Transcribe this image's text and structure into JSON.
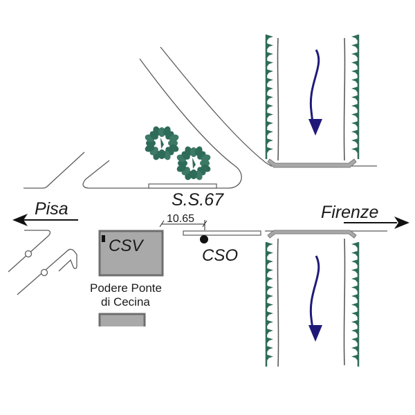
{
  "diagram": {
    "labels": {
      "pisa": "Pisa",
      "firenze": "Firenze",
      "road": "S.S.67",
      "csv": "CSV",
      "cso": "CSO",
      "distance": "10.65",
      "place_line1": "Podere Ponte",
      "place_line2": "di Cecina"
    },
    "colors": {
      "vegetation": "#2e6b58",
      "flow_arrow": "#1f1a78",
      "building_fill": "#a9a9a9",
      "building_stroke": "#6e6e6e",
      "bridge": "#a8a8a8",
      "line": "#5a5a5a"
    },
    "icons": {
      "station_marker": "filled-circle",
      "trees": "tree-canopy",
      "flow": "river-flow-arrow"
    }
  }
}
